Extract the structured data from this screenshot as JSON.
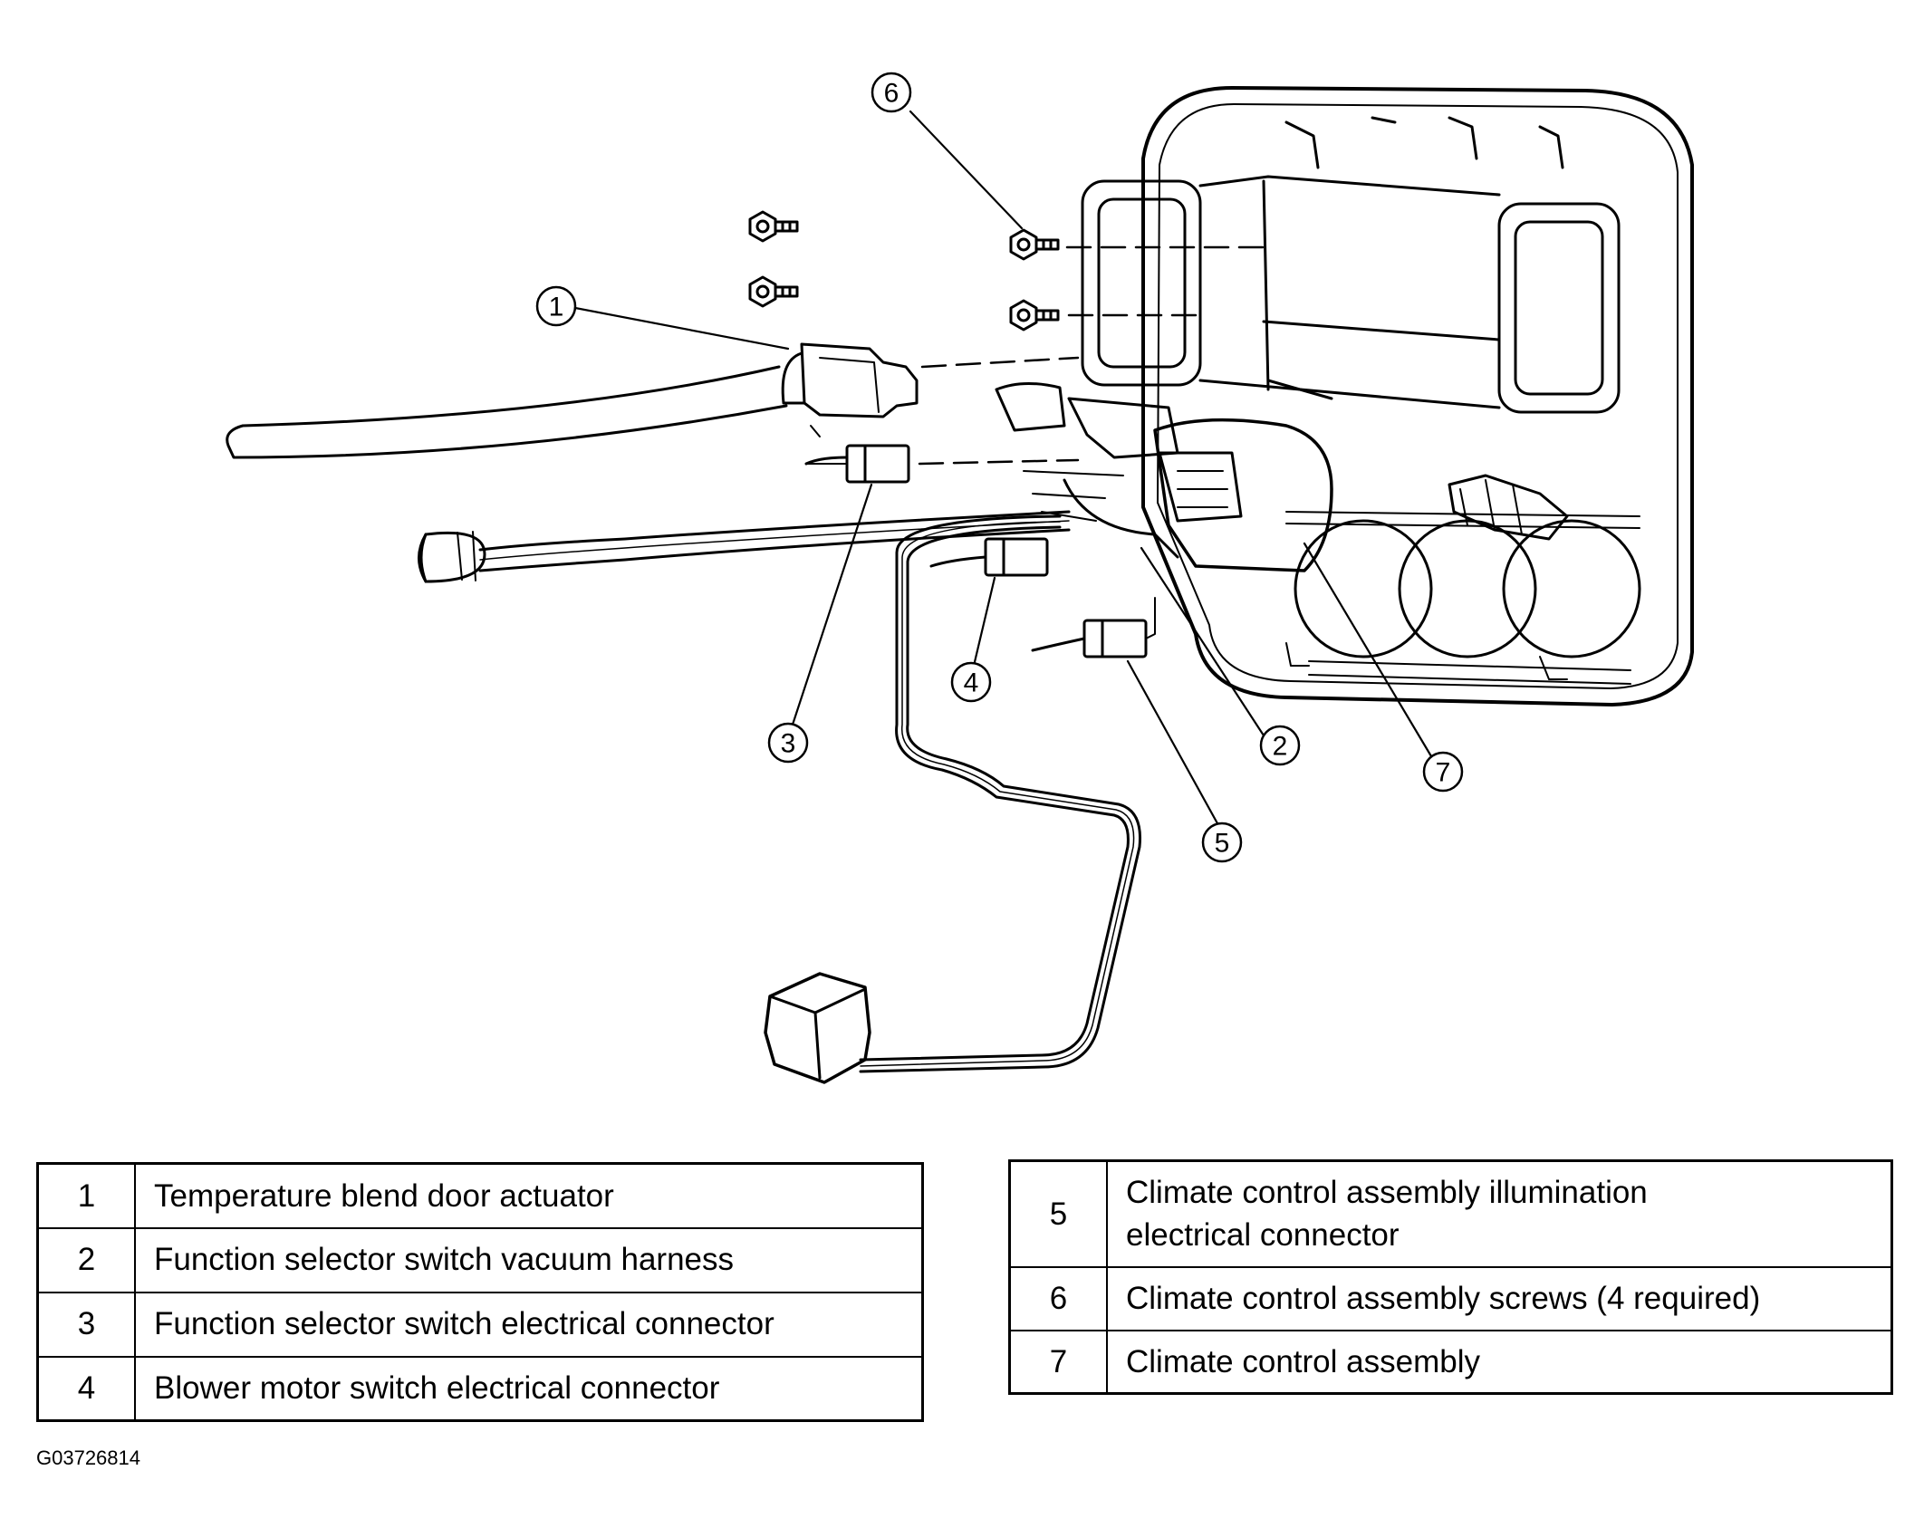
{
  "callouts": [
    "1",
    "2",
    "3",
    "4",
    "5",
    "6",
    "7"
  ],
  "legend_left": [
    {
      "num": "1",
      "label": "Temperature blend door actuator"
    },
    {
      "num": "2",
      "label": "Function selector switch vacuum harness"
    },
    {
      "num": "3",
      "label": "Function selector switch electrical connector"
    },
    {
      "num": "4",
      "label": "Blower motor switch electrical connector"
    }
  ],
  "legend_right": [
    {
      "num": "5",
      "label_line1": "Climate control assembly illumination",
      "label_line2": "electrical connector"
    },
    {
      "num": "6",
      "label": "Climate control assembly screws (4 required)"
    },
    {
      "num": "7",
      "label": "Climate control assembly"
    }
  ],
  "figure_id": "G03726814"
}
